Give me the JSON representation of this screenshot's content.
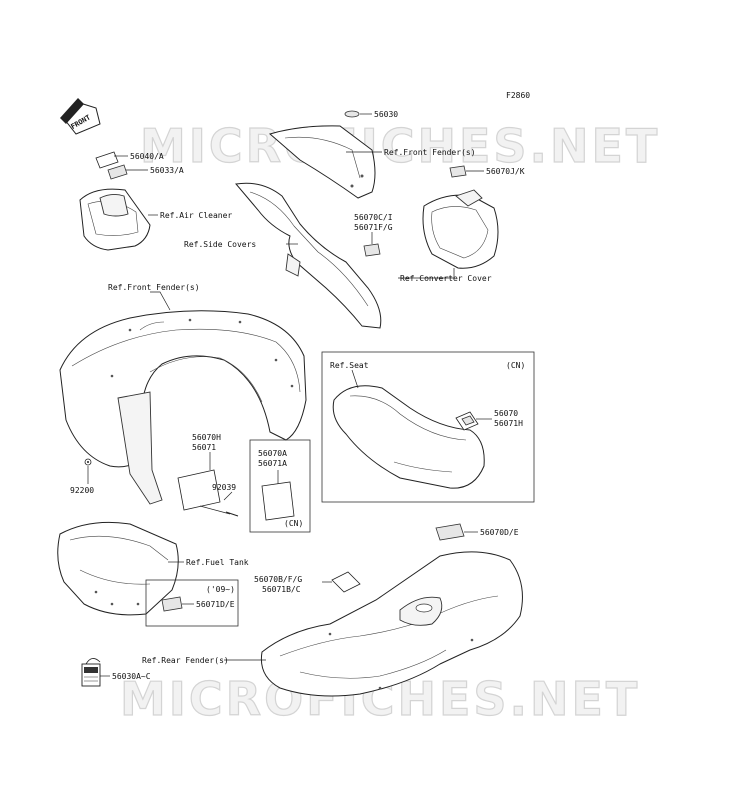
{
  "diagram": {
    "figure_code": "F2860",
    "front_arrow": "FRONT",
    "watermark": "MICROFICHES.NET",
    "labels": {
      "p56030": "56030",
      "ref_front_fender_top": "Ref.Front Fender(s)",
      "p56040a": "56040/A",
      "p56033a": "56033/A",
      "ref_air_cleaner": "Ref.Air Cleaner",
      "p56070jk": "56070J/K",
      "p56070ci": "56070C/I",
      "p56071fg": "56071F/G",
      "ref_side_covers": "Ref.Side Covers",
      "ref_converter_cover": "Ref.Converter Cover",
      "ref_front_fender_left": "Ref.Front Fender(s)",
      "ref_seat": "Ref.Seat",
      "cn_seat": "(CN)",
      "p56070": "56070",
      "p56071h": "56071H",
      "p56070h": "56070H",
      "p56071": "56071",
      "p56070a": "56070A",
      "p56071a": "56071A",
      "p92200": "92200",
      "p92039": "92039",
      "cn_box": "(CN)",
      "p56070de": "56070D/E",
      "ref_fuel_tank": "Ref.Fuel Tank",
      "p56070bfg": "56070B/F/G",
      "p56071bc": "56071B/C",
      "year_09": "('09~)",
      "p56071de": "56071D/E",
      "ref_rear_fender": "Ref.Rear Fender(s)",
      "p56030ac": "56030A~C"
    }
  }
}
